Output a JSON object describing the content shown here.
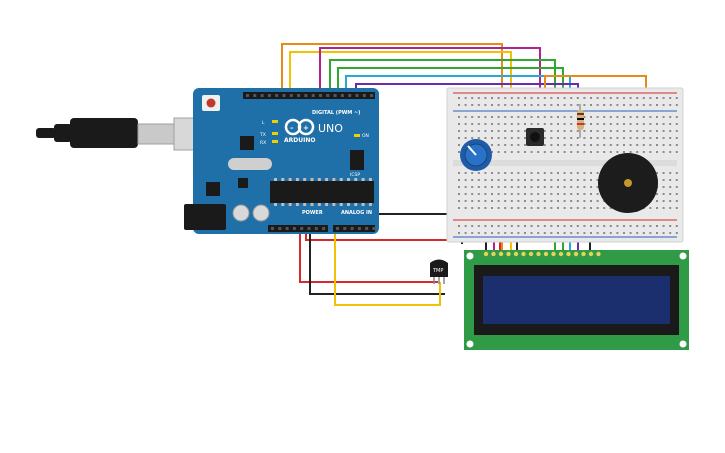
{
  "arduino": {
    "brand": "ARDUINO",
    "model": "UNO",
    "digital_header": "DIGITAL (PWM ~)",
    "power_header": "POWER",
    "analog_header": "ANALOG IN",
    "icsp": "ICSP",
    "led_l": "L",
    "led_tx": "TX",
    "led_rx": "RX",
    "on_label": "ON"
  },
  "sensor": {
    "label": "TMP"
  },
  "lcd": {
    "pin_count": 16
  },
  "colors": {
    "board": "#1f6fa8",
    "breadboard": "#e9e9e9",
    "lcd_board": "#2f9b46",
    "lcd_screen": "#1b2f6e",
    "wire_orange": "#e88a1a",
    "wire_yellow": "#f2c200",
    "wire_magenta": "#b0238f",
    "wire_green": "#2fa82f",
    "wire_cyan": "#2aa7d6",
    "wire_purple": "#6a2bb0",
    "wire_red": "#d42a2a",
    "wire_black": "#222222"
  },
  "icons": [
    "usb-cable-icon",
    "potentiometer-icon",
    "pushbutton-icon",
    "resistor-icon",
    "piezo-buzzer-icon",
    "temperature-sensor-icon"
  ]
}
